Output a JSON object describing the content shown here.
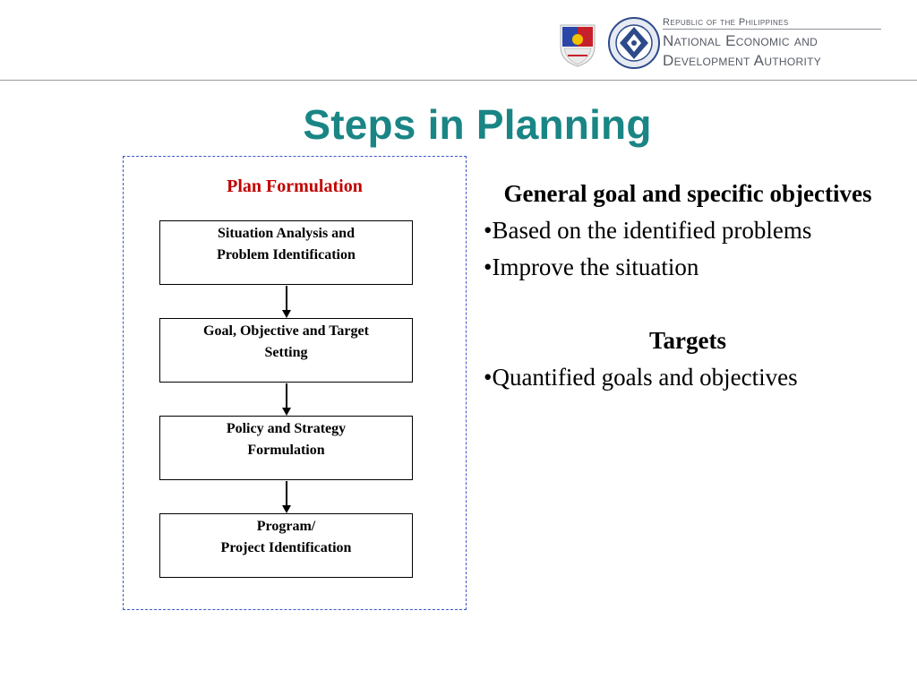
{
  "header": {
    "agency_line1": "Republic of the Philippines",
    "agency_line2": "National Economic and",
    "agency_line3": "Development Authority",
    "seal_ph_icon": "philippine-seal",
    "seal_neda_icon": "neda-logo"
  },
  "title": "Steps in Planning",
  "flow": {
    "title": "Plan  Formulation",
    "steps": [
      {
        "line1": "Situation Analysis and",
        "line2": "Problem Identification"
      },
      {
        "line1": "Goal, Objective and Target",
        "line2": "Setting"
      },
      {
        "line1": "Policy and Strategy",
        "line2": "Formulation"
      },
      {
        "line1": "Program/",
        "line2": "Project Identification"
      }
    ]
  },
  "right": {
    "section1_heading": "General goal and specific objectives",
    "section1_bullets": [
      "•Based on the identified problems",
      "•Improve the situation"
    ],
    "section2_heading": "Targets",
    "section2_bullets": [
      "•Quantified goals and objectives"
    ]
  },
  "colors": {
    "title": "#1a8585",
    "flow_title": "#c00000",
    "panel_border": "#3b57c7",
    "agency_text": "#555a64"
  }
}
